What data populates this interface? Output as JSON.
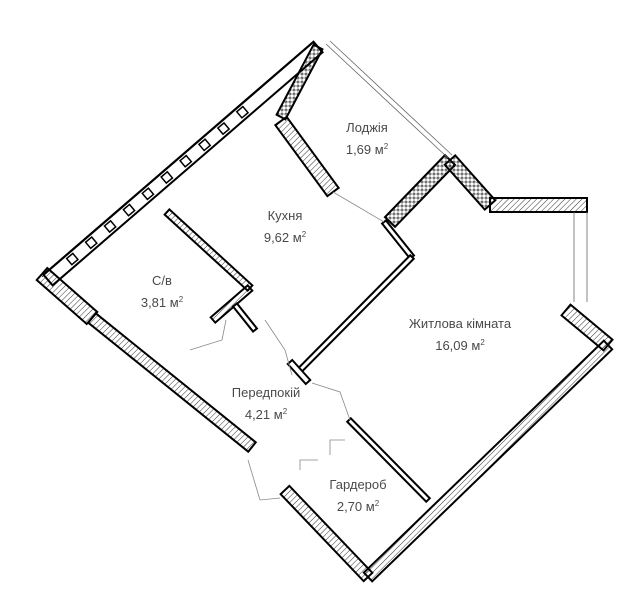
{
  "rooms": [
    {
      "name": "Лоджія",
      "area": "1,69 м",
      "unit_sup": "2"
    },
    {
      "name": "Кухня",
      "area": "9,62 м",
      "unit_sup": "2"
    },
    {
      "name": "С/в",
      "area": "3,81 м",
      "unit_sup": "2"
    },
    {
      "name": "Житлова кімната",
      "area": "16,09 м",
      "unit_sup": "2"
    },
    {
      "name": "Передпокій",
      "area": "4,21 м",
      "unit_sup": "2"
    },
    {
      "name": "Гардероб",
      "area": "2,70 м",
      "unit_sup": "2"
    }
  ],
  "colors": {
    "wall": "#000000",
    "text": "#4a4a4a",
    "background": "#ffffff"
  }
}
